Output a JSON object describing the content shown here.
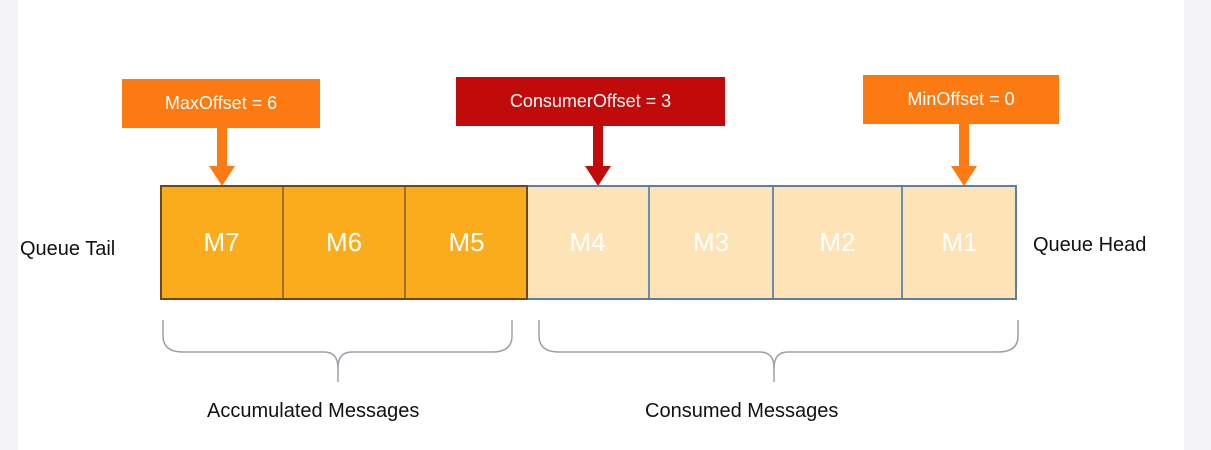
{
  "queue": {
    "tail_label": "Queue Tail",
    "head_label": "Queue Head",
    "messages": [
      {
        "label": "M7",
        "state": "accumulated"
      },
      {
        "label": "M6",
        "state": "accumulated"
      },
      {
        "label": "M5",
        "state": "accumulated"
      },
      {
        "label": "M4",
        "state": "consumed"
      },
      {
        "label": "M3",
        "state": "consumed"
      },
      {
        "label": "M2",
        "state": "consumed"
      },
      {
        "label": "M1",
        "state": "consumed"
      }
    ]
  },
  "offsets": {
    "max": "MaxOffset = 6",
    "consumer": "ConsumerOffset = 3",
    "min": "MinOffset = 0"
  },
  "groups": {
    "accumulated": "Accumulated Messages",
    "consumed": "Consumed Messages"
  },
  "colors": {
    "max_box": "#fb7a12",
    "consumer_box": "#c10a0a",
    "min_box": "#fb7a12",
    "accumulated_fill": "#fbac1d",
    "consumed_fill": "#fde3b5",
    "outline": "#5d7ea5",
    "brace": "#9aa0a6"
  }
}
